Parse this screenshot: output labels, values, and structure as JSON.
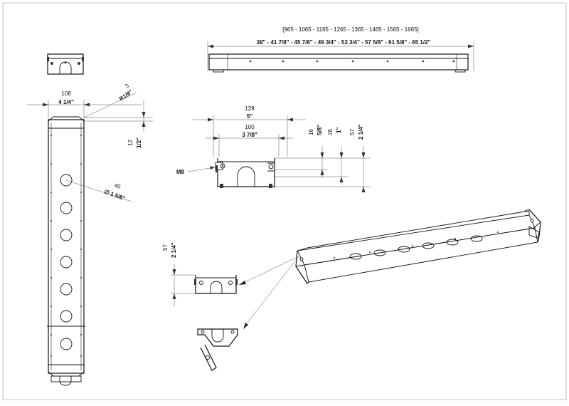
{
  "top_view": {
    "lengths_mm": "[965 - 1065 - 1165 - 1265 - 1365 - 1465 - 1565 - 1665]",
    "lengths_in": "38\" - 41 7/8\" - 45 7/8\" - 49 3/4\" - 53 3/4\" - 57 5/8\" - 61 5/8\" - 65 1/2\""
  },
  "left_view": {
    "width_mm": "108",
    "width_in": "4 1/4\"",
    "radius_mm": "3",
    "radius_in": "R1/8\"",
    "offset_mm": "12",
    "offset_in": "1/2\"",
    "hole_mm": "40",
    "hole_in": "∅ 1 5/8\""
  },
  "end_view": {
    "outer_mm": "128",
    "outer_in": "5\"",
    "inner_mm": "100",
    "inner_in": "3 7/8\"",
    "d1_mm": "16",
    "d1_in": "5/8\"",
    "d2_mm": "26",
    "d2_in": "1\"",
    "d3_mm": "57",
    "d3_in": "2 1/4\"",
    "bolt": "M8"
  },
  "detail_view": {
    "height_mm": "57",
    "height_in": "2 1/4\""
  }
}
